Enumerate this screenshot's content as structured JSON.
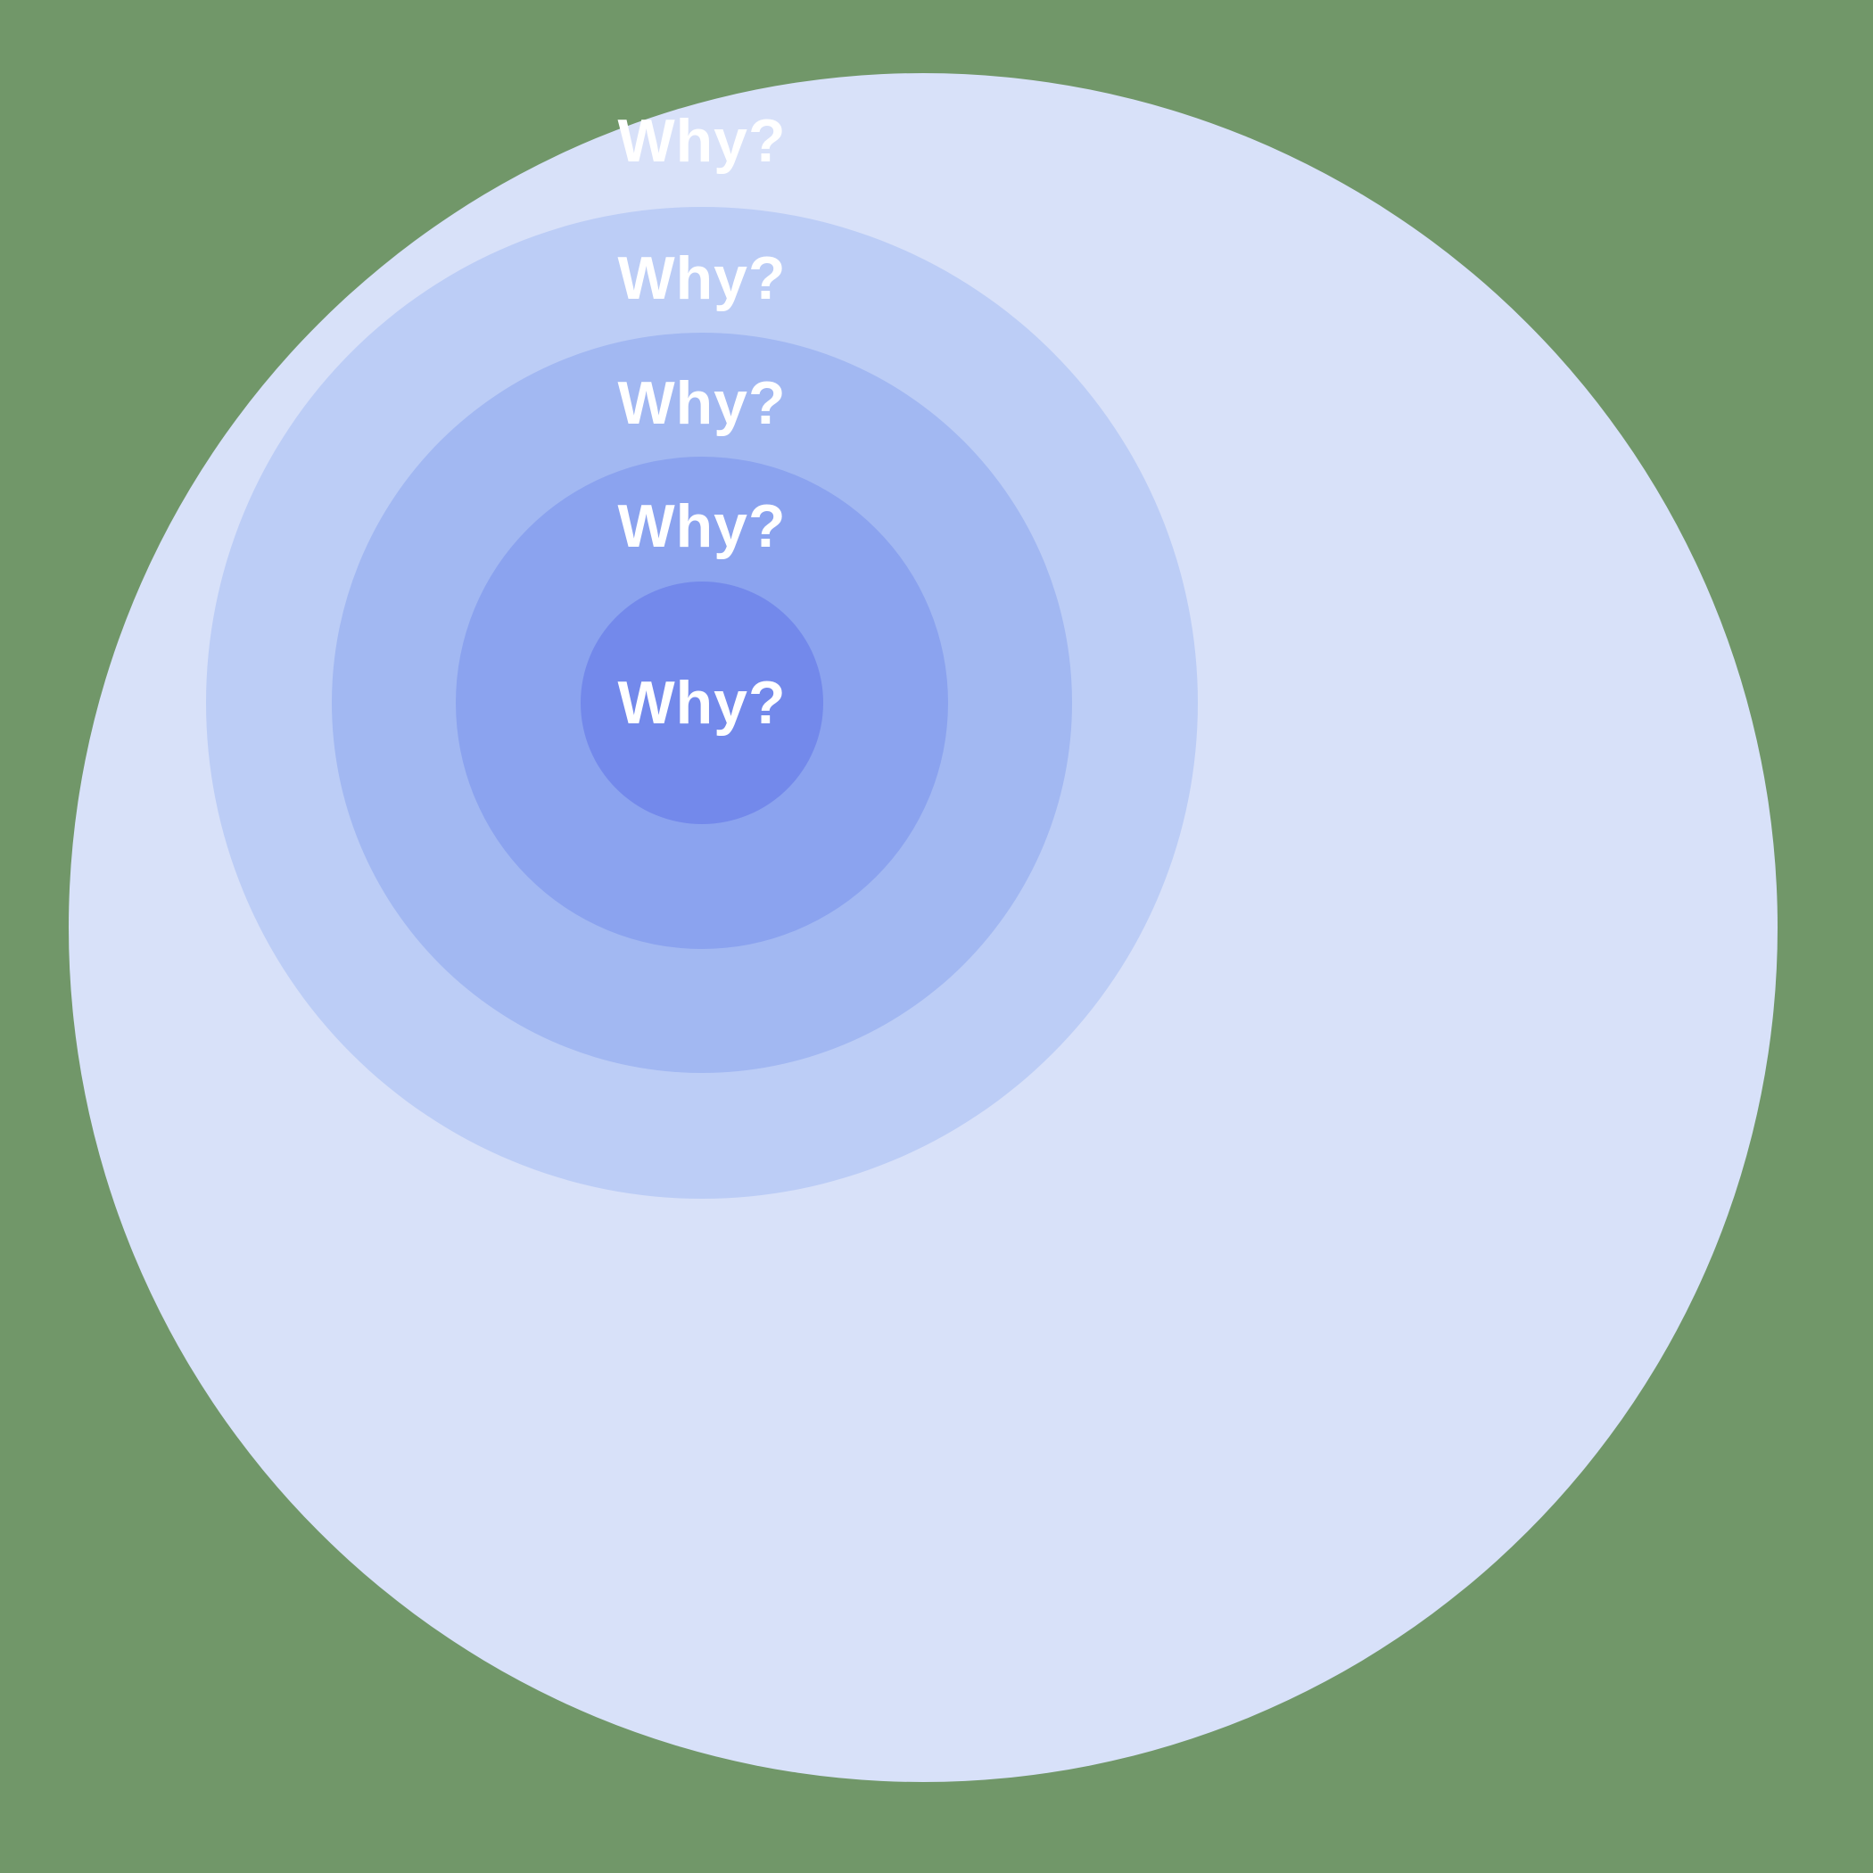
{
  "colors": {
    "background": "#719769",
    "ring1": "#D8E1F9",
    "ring2": "#BCCDF6",
    "ring3": "#A2B8F2",
    "ring4": "#8BA3EF",
    "ring5": "#7389EB",
    "label_text": "#FFFFFF"
  },
  "rings": [
    {
      "label": "Why?"
    },
    {
      "label": "Why?"
    },
    {
      "label": "Why?"
    },
    {
      "label": "Why?"
    },
    {
      "label": "Why?"
    }
  ]
}
